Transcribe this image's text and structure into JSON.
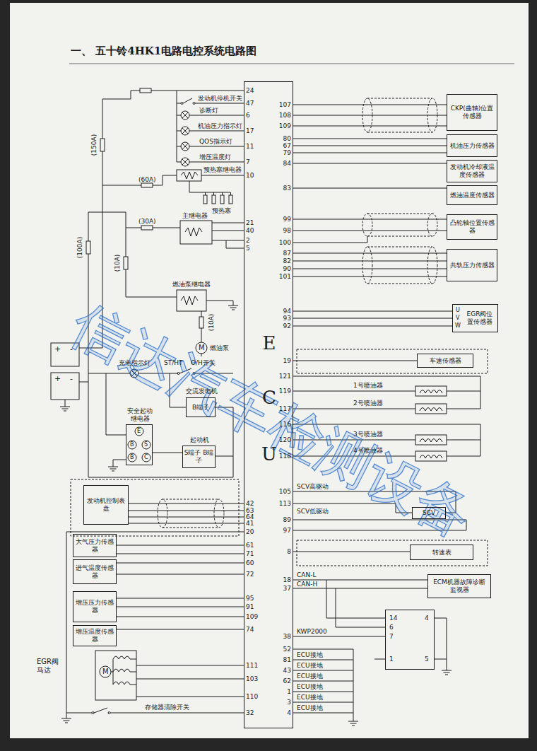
{
  "diagram": {
    "title": "一、 五十铃4HK1电路电控系统电路图",
    "nodes": [
      {
        "text": [
          "E",
          "C",
          "U"
        ]
      },
      {
        "text": [
          "CKP(曲轴)位置传感器"
        ]
      },
      {
        "text": [
          "机油压力传感器"
        ]
      },
      {
        "text": [
          "发动机冷却液温度传感器"
        ]
      },
      {
        "text": [
          "燃油温度传感器"
        ]
      },
      {
        "text": [
          "凸轮轴位置传感器"
        ]
      },
      {
        "text": [
          "共轨压力传感器"
        ]
      },
      {
        "text": [
          "EGR阀位置传感器"
        ]
      },
      {
        "text": [
          "车速传感器"
        ]
      },
      {
        "text": [
          "SCV"
        ]
      },
      {
        "text": [
          "转速表"
        ]
      },
      {
        "text": [
          "ECM机器故障诊断监视器"
        ]
      },
      {
        "text": [
          "14",
          "4",
          "6",
          "7",
          "1",
          "5"
        ]
      },
      {
        "text": [
          "交流发电机",
          "B端子"
        ]
      },
      {
        "text": [
          "安全起动继电器"
        ]
      },
      {
        "text": [
          "起动机",
          "S端子 B端子"
        ]
      },
      {
        "text": [
          "发动机控制表盘"
        ]
      },
      {
        "text": [
          "大气压力传感器"
        ]
      },
      {
        "text": [
          "进气温度传感器"
        ]
      },
      {
        "text": [
          "增压压力传感器"
        ]
      },
      {
        "text": [
          "增压温度传感器"
        ]
      }
    ],
    "edges": [
      {
        "from": 0,
        "to": 1,
        "arrow": "none"
      },
      {
        "from": 0,
        "to": 1,
        "arrow": "none"
      },
      {
        "from": 0,
        "to": 1,
        "arrow": "none"
      },
      {
        "from": 0,
        "to": 2,
        "arrow": "none"
      },
      {
        "from": 0,
        "to": 2,
        "arrow": "none"
      },
      {
        "from": 0,
        "to": 2,
        "arrow": "none"
      },
      {
        "from": 0,
        "to": 3,
        "arrow": "none"
      },
      {
        "from": 0,
        "to": 4,
        "arrow": "none"
      },
      {
        "from": 0,
        "to": 5,
        "arrow": "none"
      },
      {
        "from": 0,
        "to": 5,
        "arrow": "none"
      },
      {
        "from": 0,
        "to": 6,
        "arrow": "none"
      },
      {
        "from": 0,
        "to": 6,
        "arrow": "none"
      },
      {
        "from": 0,
        "to": 6,
        "arrow": "none"
      },
      {
        "from": 0,
        "to": 6,
        "arrow": "none"
      },
      {
        "from": 0,
        "to": 7,
        "arrow": "none"
      },
      {
        "from": 0,
        "to": 7,
        "arrow": "none"
      },
      {
        "from": 0,
        "to": 7,
        "arrow": "none"
      },
      {
        "from": 0,
        "to": 8,
        "arrow": "none"
      },
      {
        "from": 0,
        "to": 9,
        "arrow": "none"
      },
      {
        "from": 0,
        "to": 9,
        "arrow": "none"
      },
      {
        "from": 0,
        "to": 10,
        "arrow": "none"
      },
      {
        "from": 0,
        "to": 11,
        "arrow": "none"
      },
      {
        "from": 0,
        "to": 11,
        "arrow": "none"
      },
      {
        "from": 0,
        "to": 12,
        "arrow": "none"
      },
      {
        "from": 16,
        "to": 0,
        "arrow": "none"
      },
      {
        "from": 16,
        "to": 0,
        "arrow": "none"
      },
      {
        "from": 16,
        "to": 0,
        "arrow": "none"
      },
      {
        "from": 16,
        "to": 0,
        "arrow": "none"
      },
      {
        "from": 17,
        "to": 0,
        "arrow": "none"
      },
      {
        "from": 17,
        "to": 0,
        "arrow": "none"
      },
      {
        "from": 18,
        "to": 0,
        "arrow": "none"
      },
      {
        "from": 18,
        "to": 0,
        "arrow": "none"
      },
      {
        "from": 19,
        "to": 0,
        "arrow": "none"
      },
      {
        "from": 19,
        "to": 0,
        "arrow": "none"
      },
      {
        "from": 19,
        "to": 0,
        "arrow": "none"
      },
      {
        "from": 20,
        "to": 0,
        "arrow": "none"
      }
    ],
    "labels": [
      "24",
      "47",
      "6",
      "17",
      "11",
      "7",
      "10",
      "21",
      "40",
      "2",
      "5",
      "发动机停机开关",
      "诊断灯",
      "机油压力指示灯",
      "QOS指示灯",
      "增压温度灯",
      "预热塞继电器",
      "(60A)",
      "预热塞",
      "主继电器",
      "(30A)",
      "燃油泵继电器",
      "(10A)",
      "M",
      "燃油泵",
      "(150A)",
      "(100A)",
      "(10A)",
      "充电指示灯",
      "ST/HT",
      "O/H开关",
      "+",
      "-",
      "+",
      "-",
      "E",
      "B",
      "S",
      "B",
      "C",
      "107",
      "108",
      "109",
      "80",
      "67",
      "79",
      "84",
      "83",
      "99",
      "98",
      "100",
      "87",
      "82",
      "90",
      "101",
      "94",
      "93",
      "92",
      "19",
      "121",
      "119",
      "117",
      "116",
      "120",
      "118",
      "105",
      "113",
      "89",
      "97",
      "8",
      "18",
      "37",
      "38",
      "52",
      "81",
      "43",
      "62",
      "1",
      "3",
      "4",
      "U",
      "V",
      "W",
      "1号喷油器",
      "2号喷油器",
      "3号喷油器",
      "4号喷油器",
      "SCV高驱动",
      "SCV低驱动",
      "CAN-L",
      "CAN-H",
      "KWP2000",
      "ECU接地",
      "ECU接地",
      "ECU接地",
      "ECU接地",
      "ECU接地",
      "ECU接地",
      "42",
      "63",
      "64",
      "41",
      "20",
      "61",
      "71",
      "60",
      "72",
      "95",
      "91",
      "109",
      "74",
      "111",
      "103",
      "110",
      "32",
      "EGR阀马达",
      "M",
      "存储器清除开关",
      "信达汽车检测设备"
    ]
  }
}
